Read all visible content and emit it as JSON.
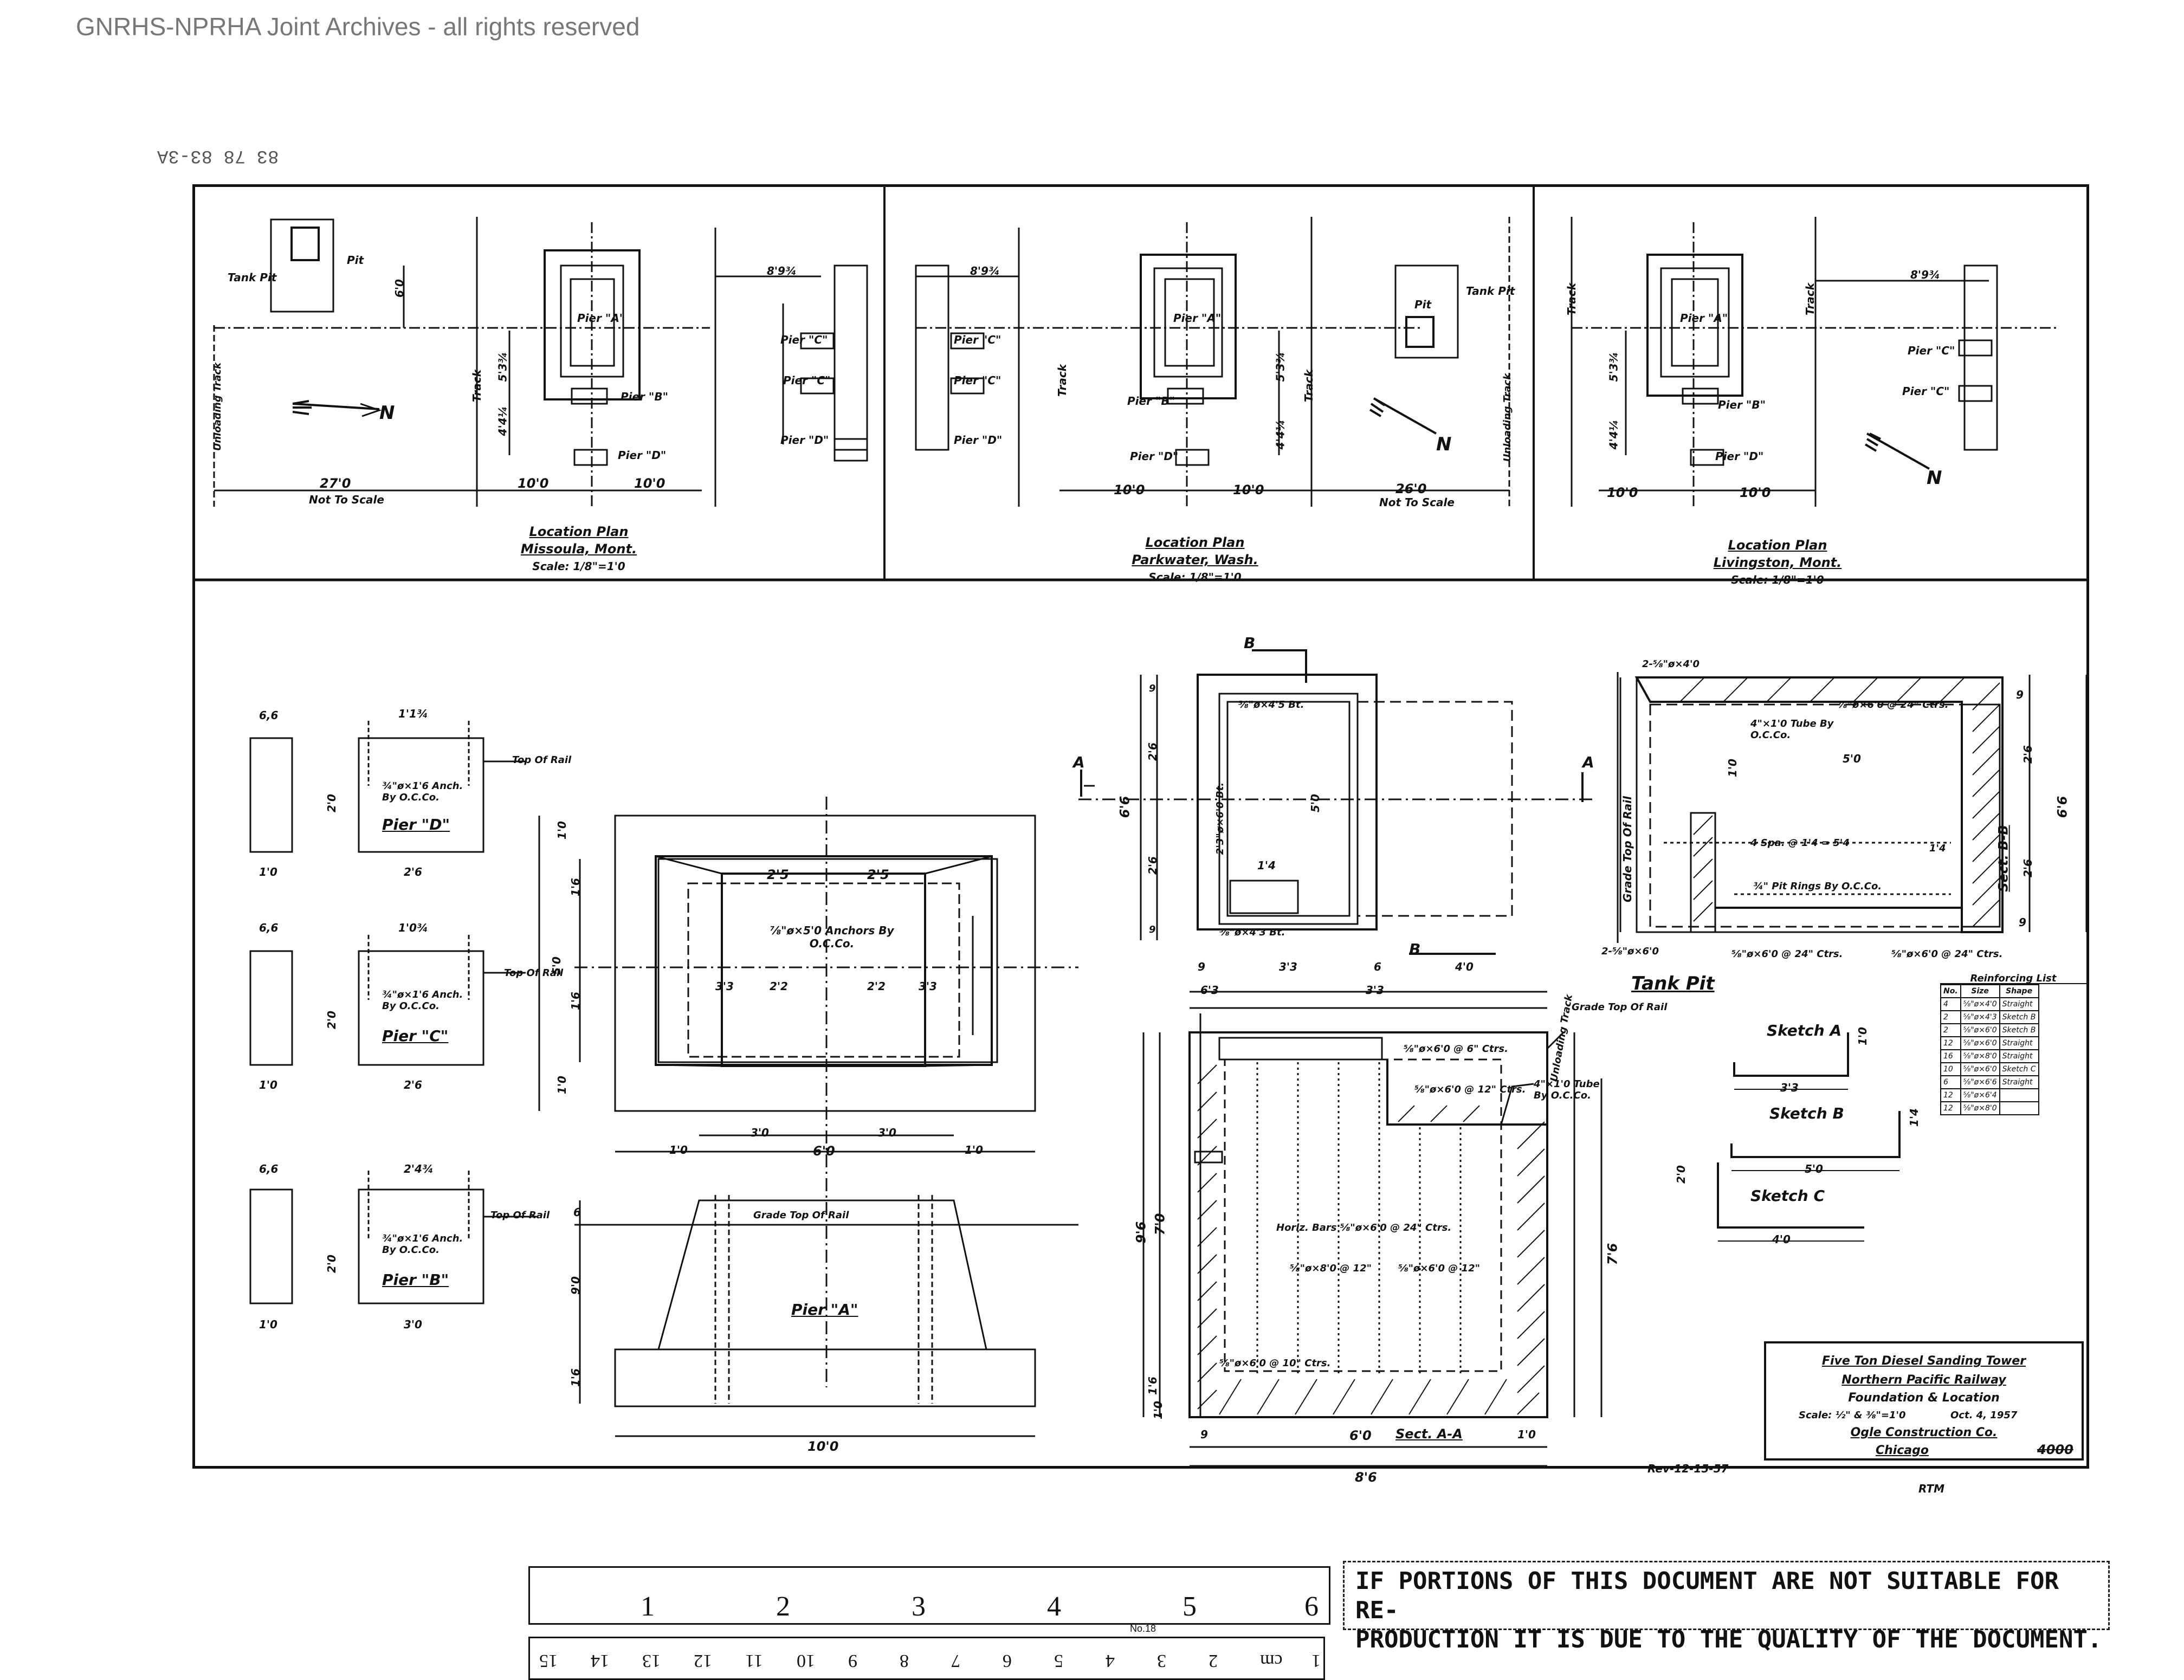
{
  "watermark": "GNRHS-NPRHA Joint Archives - all rights reserved",
  "pencil_note": "83 78 83-3A",
  "location_plans": [
    {
      "title": "Location Plan",
      "site": "Missoula, Mont.",
      "scale": "Scale: 1/8\"=1'0",
      "labels": {
        "tank_pit": "Tank Pit",
        "pit": "Pit",
        "unloading_track": "Unloading Track",
        "track": "Track",
        "pier_a": "Pier \"A\"",
        "pier_b": "Pier \"B\"",
        "pier_c": "Pier \"C\"",
        "pier_d": "Pier \"D\"",
        "north": "N",
        "dim_overall": "27'0",
        "not_to_scale": "Not To Scale",
        "dim_left": "10'0",
        "dim_right": "10'0",
        "dim_top": "8'9¾",
        "dim_v1": "5'3¾",
        "dim_v2": "4'4¼",
        "dim_pit": "6'0"
      }
    },
    {
      "title": "Location Plan",
      "site": "Parkwater, Wash.",
      "scale": "Scale: 1/8\"=1'0",
      "labels": {
        "tank_pit": "Tank Pit",
        "pit": "Pit",
        "unloading_track": "Unloading Track",
        "track": "Track",
        "pier_a": "Pier \"A\"",
        "pier_b": "Pier \"B\"",
        "pier_c": "Pier \"C\"",
        "pier_d": "Pier \"D\"",
        "north": "N",
        "dim_overall": "26'0",
        "not_to_scale": "Not To Scale",
        "dim_left": "10'0",
        "dim_right": "10'0",
        "dim_top": "8'9¾",
        "dim_v1": "5'3¾",
        "dim_v2": "4'4¼"
      }
    },
    {
      "title": "Location Plan",
      "site": "Livingston, Mont.",
      "scale": "Scale: 1/8\"=1'0",
      "labels": {
        "track": "Track",
        "pier_a": "Pier \"A\"",
        "pier_b": "Pier \"B\"",
        "pier_c": "Pier \"C\"",
        "pier_d": "Pier \"D\"",
        "north": "N",
        "dim_left": "10'0",
        "dim_right": "10'0",
        "dim_top": "8'9¾",
        "dim_v1": "5'3¾",
        "dim_v2": "4'4¼"
      }
    }
  ],
  "piers": {
    "pier_d": {
      "label": "Pier \"D\"",
      "anchor": "¾\"ø×1'6 Anch. By O.C.Co.",
      "top_of_rail": "Top Of Rail",
      "w_top": "1'1¾",
      "w_bottom": "2'6",
      "side": "6,6",
      "side_w": "1'0",
      "height": "2'0"
    },
    "pier_c": {
      "label": "Pier \"C\"",
      "anchor": "¾\"ø×1'6 Anch. By O.C.Co.",
      "top_of_rail": "Top Of Rail",
      "w_top": "1'0¾",
      "w_bottom": "2'6",
      "side": "6,6",
      "side_w": "1'0",
      "height": "2'0"
    },
    "pier_b": {
      "label": "Pier \"B\"",
      "anchor": "¾\"ø×1'6 Anch. By O.C.Co.",
      "top_of_rail": "Top Of Rail",
      "w_top": "2'4¾",
      "w_bottom": "3'0",
      "side": "6,6",
      "side_w": "1'0",
      "height": "2'0"
    }
  },
  "pier_a": {
    "label": "Pier \"A\"",
    "anchors": "⅞\"ø×5'0 Anchors By O.C.Co.",
    "grade": "Grade Top Of Rail",
    "dims_top": [
      "2'5",
      "2'5"
    ],
    "dims_mid": [
      "3'3",
      "2'2",
      "2'2",
      "3'3"
    ],
    "dims_plan_side": [
      "1'0",
      "1'6",
      "5'0",
      "1'6",
      "1'0"
    ],
    "dims_elev_top": [
      "1'0",
      "3'0",
      "6'0",
      "3'0",
      "1'0"
    ],
    "dims_elev_side": [
      "6",
      "9'0",
      "1'6"
    ],
    "base_width": "10'0"
  },
  "tank_pit": {
    "title": "Tank Pit",
    "section_a": "A",
    "section_b": "B",
    "plan_dims": [
      "6'6",
      "2'6",
      "2'6",
      "5'0",
      "1'4",
      "9",
      "9"
    ],
    "plan_notes": [
      "⅝\"ø×4'5 Bt.",
      "2'3\"ø×6'0 Bt.",
      "⅝\"ø×4'3 Bt."
    ],
    "grade_top_of_rail": "Grade Top Of Rail",
    "unloading_track": "Unloading Track",
    "sect_aa": "Sect. A-A",
    "sect_bb": "Sect. B-B",
    "sect_aa_dims": [
      "9",
      "3'3",
      "6",
      "4'0",
      "6'3",
      "3'3",
      "8'6",
      "6'0",
      "9",
      "1'0",
      "9'6",
      "7'0",
      "7'6",
      "1'6",
      "1'0"
    ],
    "sect_aa_notes": [
      "⅝\"ø×6'0 @ 6\" Ctrs.",
      "Horiz. Bars ⅝\"ø×6'0 @ 24\" Ctrs.",
      "⅝\"ø×8'0 @ 12\"",
      "⅝\"ø×6'0 @ 12\"",
      "4\"×1'0 Tube By O.C.Co.",
      "⅝\"ø×6'0 @ 12\" Ctrs.",
      "⅝\"ø×6'0 @ 10\" Ctrs."
    ],
    "sect_bb_notes": [
      "2-⅝\"ø×4'0",
      "⅝\"ø×6'0 @ 24\" Ctrs.",
      "4\"×1'0 Tube By O.C.Co.",
      "4 Spa. @ 1'4 = 5'4",
      "¾\" Pit Rings By O.C.Co.",
      "2-⅝\"ø×6'0",
      "⅝\"ø×6'0 @ 24\" Ctrs.",
      "⅝\"ø×6'0 @ 24\" Ctrs."
    ],
    "sect_bb_dims": [
      "9",
      "1'0",
      "5'0",
      "2'6",
      "2'6",
      "9",
      "6'6",
      "1'4"
    ]
  },
  "sketches": [
    {
      "name": "Sketch A",
      "dim_h": "3'3",
      "dim_v": "1'0"
    },
    {
      "name": "Sketch B",
      "dim_h": "5'0",
      "dim_v": "1'4"
    },
    {
      "name": "Sketch C",
      "dim_h": "4'0",
      "dim_v": "2'0"
    }
  ],
  "reinforcing_list": {
    "title": "Reinforcing List",
    "headers": [
      "No.",
      "Size",
      "Shape"
    ],
    "rows": [
      [
        "4",
        "⅝\"ø×4'0",
        "Straight"
      ],
      [
        "2",
        "⅝\"ø×4'3",
        "Sketch B"
      ],
      [
        "2",
        "⅝\"ø×6'0",
        "Sketch B"
      ],
      [
        "12",
        "⅝\"ø×6'0",
        "Straight"
      ],
      [
        "16",
        "⅝\"ø×8'0",
        "Straight"
      ],
      [
        "10",
        "⅝\"ø×6'0",
        "Sketch C"
      ],
      [
        "6",
        "⅝\"ø×6'6",
        "Straight"
      ],
      [
        "12",
        "⅝\"ø×6'4",
        ""
      ],
      [
        "12",
        "⅝\"ø×8'0",
        ""
      ]
    ]
  },
  "title_block": {
    "line1": "Five Ton Diesel Sanding Tower",
    "line2": "Northern Pacific Railway",
    "line3": "Foundation & Location",
    "scale": "Scale: ½\" & ⅜\"=1'0",
    "date": "Oct. 4, 1957",
    "company": "Ogle Construction Co.",
    "city": "Chicago",
    "drawing_no": "4000",
    "initials": "RTM",
    "revision": "Rev-12-15-57"
  },
  "ruler": {
    "inch_labels": [
      "1",
      "2",
      "3",
      "4",
      "5",
      "6"
    ],
    "cm_labels": [
      "1",
      "cm",
      "2",
      "3",
      "4",
      "5",
      "6",
      "7",
      "8",
      "9",
      "10",
      "11",
      "12",
      "13",
      "14",
      "15"
    ],
    "maker": "No.18"
  },
  "notice": {
    "line1": "IF PORTIONS OF THIS DOCUMENT ARE NOT SUITABLE FOR RE-",
    "line2": "PRODUCTION IT IS DUE TO THE QUALITY OF THE DOCUMENT."
  }
}
